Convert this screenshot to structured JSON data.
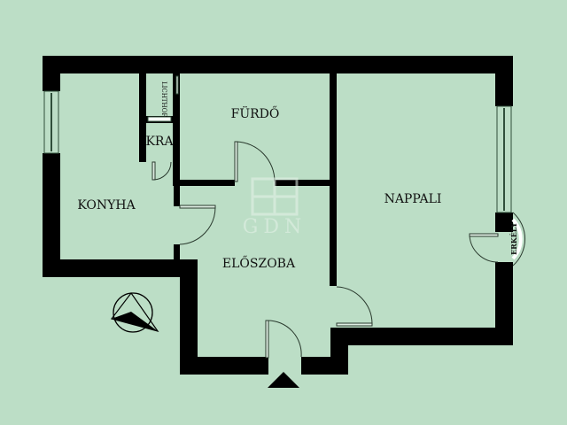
{
  "plan": {
    "background_color": "#bcdec6",
    "wall_color": "#000000",
    "rooms": {
      "konyha": "KONYHA",
      "furdo": "FÜRDŐ",
      "kra": "KRA",
      "lichthof": "LICHTHOF",
      "eloszoba": "ELŐSZOBA",
      "nappali": "NAPPALI",
      "erkely": "ERKÉLY"
    },
    "watermark": "GDN",
    "compass": "compass-north-arrow",
    "entrance": "entrance-arrow"
  }
}
